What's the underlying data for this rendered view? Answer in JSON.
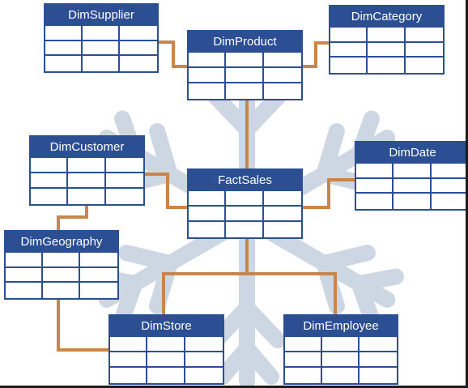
{
  "diagram": {
    "tables": {
      "supplier": "DimSupplier",
      "product": "DimProduct",
      "category": "DimCategory",
      "customer": "DimCustomer",
      "fact": "FactSales",
      "date": "DimDate",
      "geography": "DimGeography",
      "store": "DimStore",
      "employee": "DimEmployee"
    },
    "table_rows": 3,
    "table_columns": 3,
    "colors": {
      "table_header": "#2c4e93",
      "connector": "#c8864a",
      "snowflake": "#cdd6e3",
      "background": "#ffffff",
      "frame": "#1b1b1b"
    },
    "icons": [
      "snowflake-icon"
    ]
  }
}
